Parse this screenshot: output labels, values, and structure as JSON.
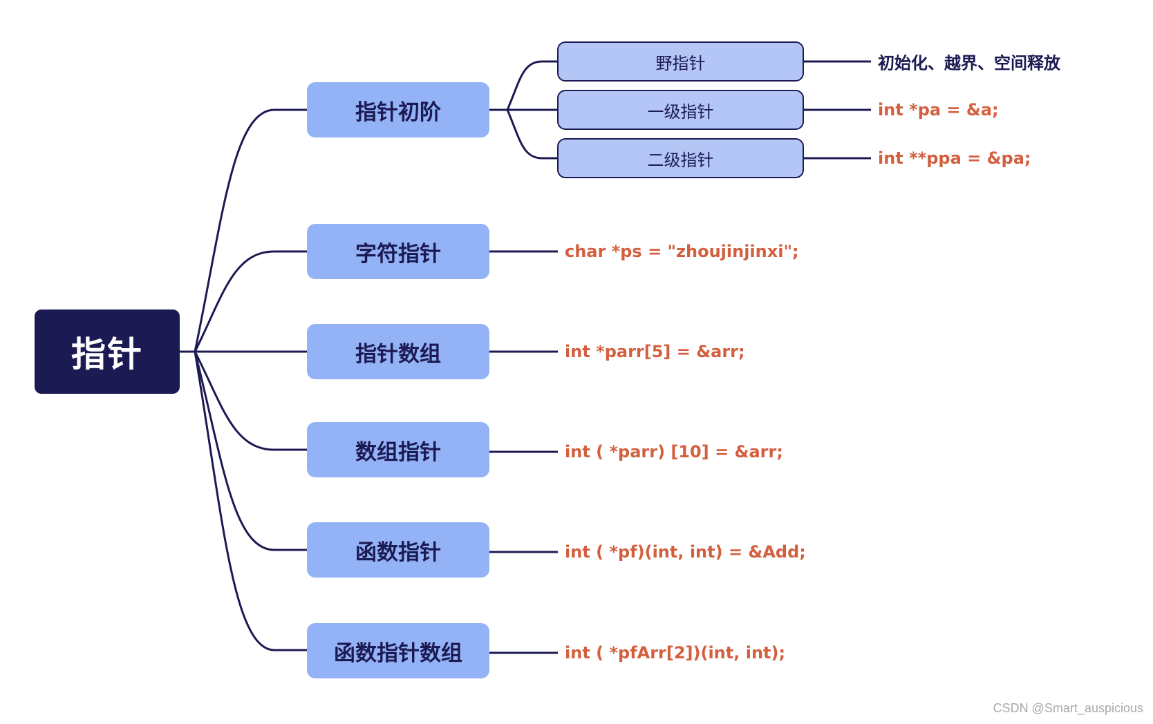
{
  "mindmap": {
    "root": {
      "label": "指针"
    },
    "branches": [
      {
        "label": "指针初阶",
        "children": [
          {
            "label": "野指针",
            "leaf": "初始化、越界、空间释放",
            "leaf_style": "dark"
          },
          {
            "label": "一级指针",
            "leaf": "int *pa = &a;",
            "leaf_style": "code"
          },
          {
            "label": "二级指针",
            "leaf": "int **ppa = &pa;",
            "leaf_style": "code"
          }
        ]
      },
      {
        "label": "字符指针",
        "leaf": "char *ps = \"zhoujinjinxi\";"
      },
      {
        "label": "指针数组",
        "leaf": "int *parr[5] = &arr;"
      },
      {
        "label": "数组指针",
        "leaf": "int ( *parr) [10] = &arr;"
      },
      {
        "label": "函数指针",
        "leaf": "int ( *pf)(int, int) = &Add;"
      },
      {
        "label": "函数指针数组",
        "leaf": "int ( *pfArr[2])(int, int);"
      }
    ]
  },
  "colors": {
    "root_fill": "#1c1a52",
    "branch_fill": "#94b3f7",
    "sub_fill": "#b4c6f5",
    "line": "#1c1a52",
    "code_text": "#d35f3f",
    "dark_text": "#1c1a52"
  },
  "watermark": "CSDN @Smart_auspicious"
}
